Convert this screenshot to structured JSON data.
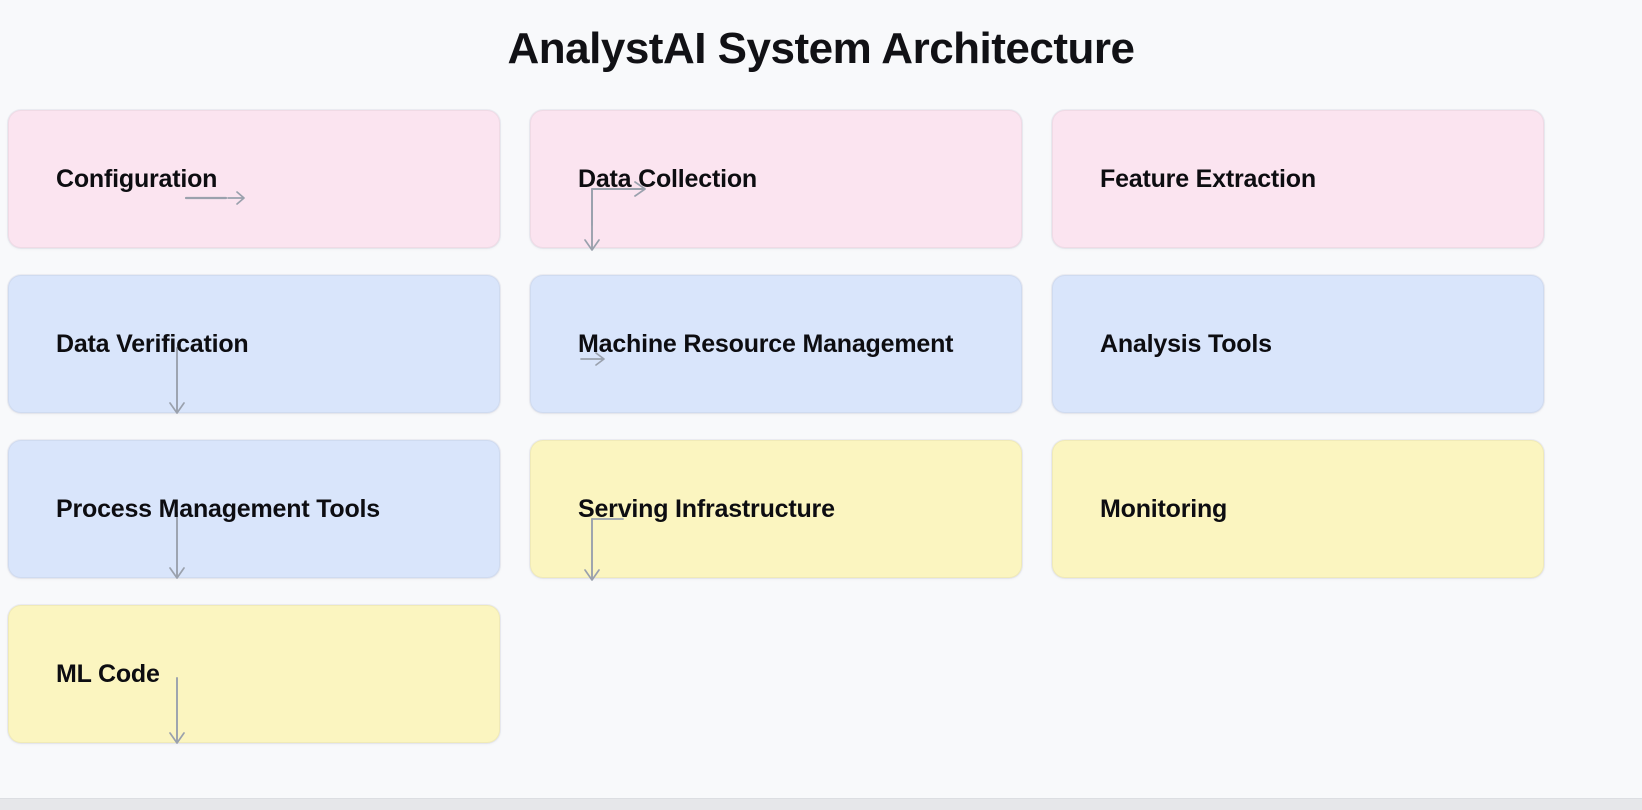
{
  "page": {
    "title": "AnalystAI System Architecture",
    "background_color": "#f8f9fb",
    "bottom_strip_color": "#e6e7ea"
  },
  "palette": {
    "pink": "#fbe4f0",
    "blue": "#d9e5fb",
    "yellow": "#fbf5c0",
    "text": "#0d0d11",
    "arrow": "#9aa1ad"
  },
  "diagram": {
    "type": "flow-grid",
    "columns": 3,
    "rows": 4,
    "nodes": [
      {
        "id": "configuration",
        "label": "Configuration",
        "color": "pink",
        "row": 1,
        "col": 1,
        "connector": "right-short"
      },
      {
        "id": "data-collection",
        "label": "Data Collection",
        "color": "pink",
        "row": 1,
        "col": 2,
        "connector": "elbow-down"
      },
      {
        "id": "feature-extraction",
        "label": "Feature Extraction",
        "color": "pink",
        "row": 1,
        "col": 3,
        "connector": "right-long"
      },
      {
        "id": "data-verification",
        "label": "Data Verification",
        "color": "blue",
        "row": 2,
        "col": 1,
        "connector": "down"
      },
      {
        "id": "machine-resource-management",
        "label": "Machine Resource Management",
        "color": "blue",
        "row": 2,
        "col": 2,
        "connector": "mini"
      },
      {
        "id": "analysis-tools",
        "label": "Analysis Tools",
        "color": "blue",
        "row": 2,
        "col": 3,
        "connector": "right-long"
      },
      {
        "id": "process-management-tools",
        "label": "Process Management Tools",
        "color": "blue",
        "row": 3,
        "col": 1,
        "connector": "down"
      },
      {
        "id": "serving-infrastructure",
        "label": "Serving Infrastructure",
        "color": "yellow",
        "row": 3,
        "col": 2,
        "connector": "elbow-down"
      },
      {
        "id": "monitoring",
        "label": "Monitoring",
        "color": "yellow",
        "row": 3,
        "col": 3,
        "connector": "none"
      },
      {
        "id": "ml-code",
        "label": "ML Code",
        "color": "yellow",
        "row": 4,
        "col": 1,
        "connector": "down"
      }
    ]
  }
}
